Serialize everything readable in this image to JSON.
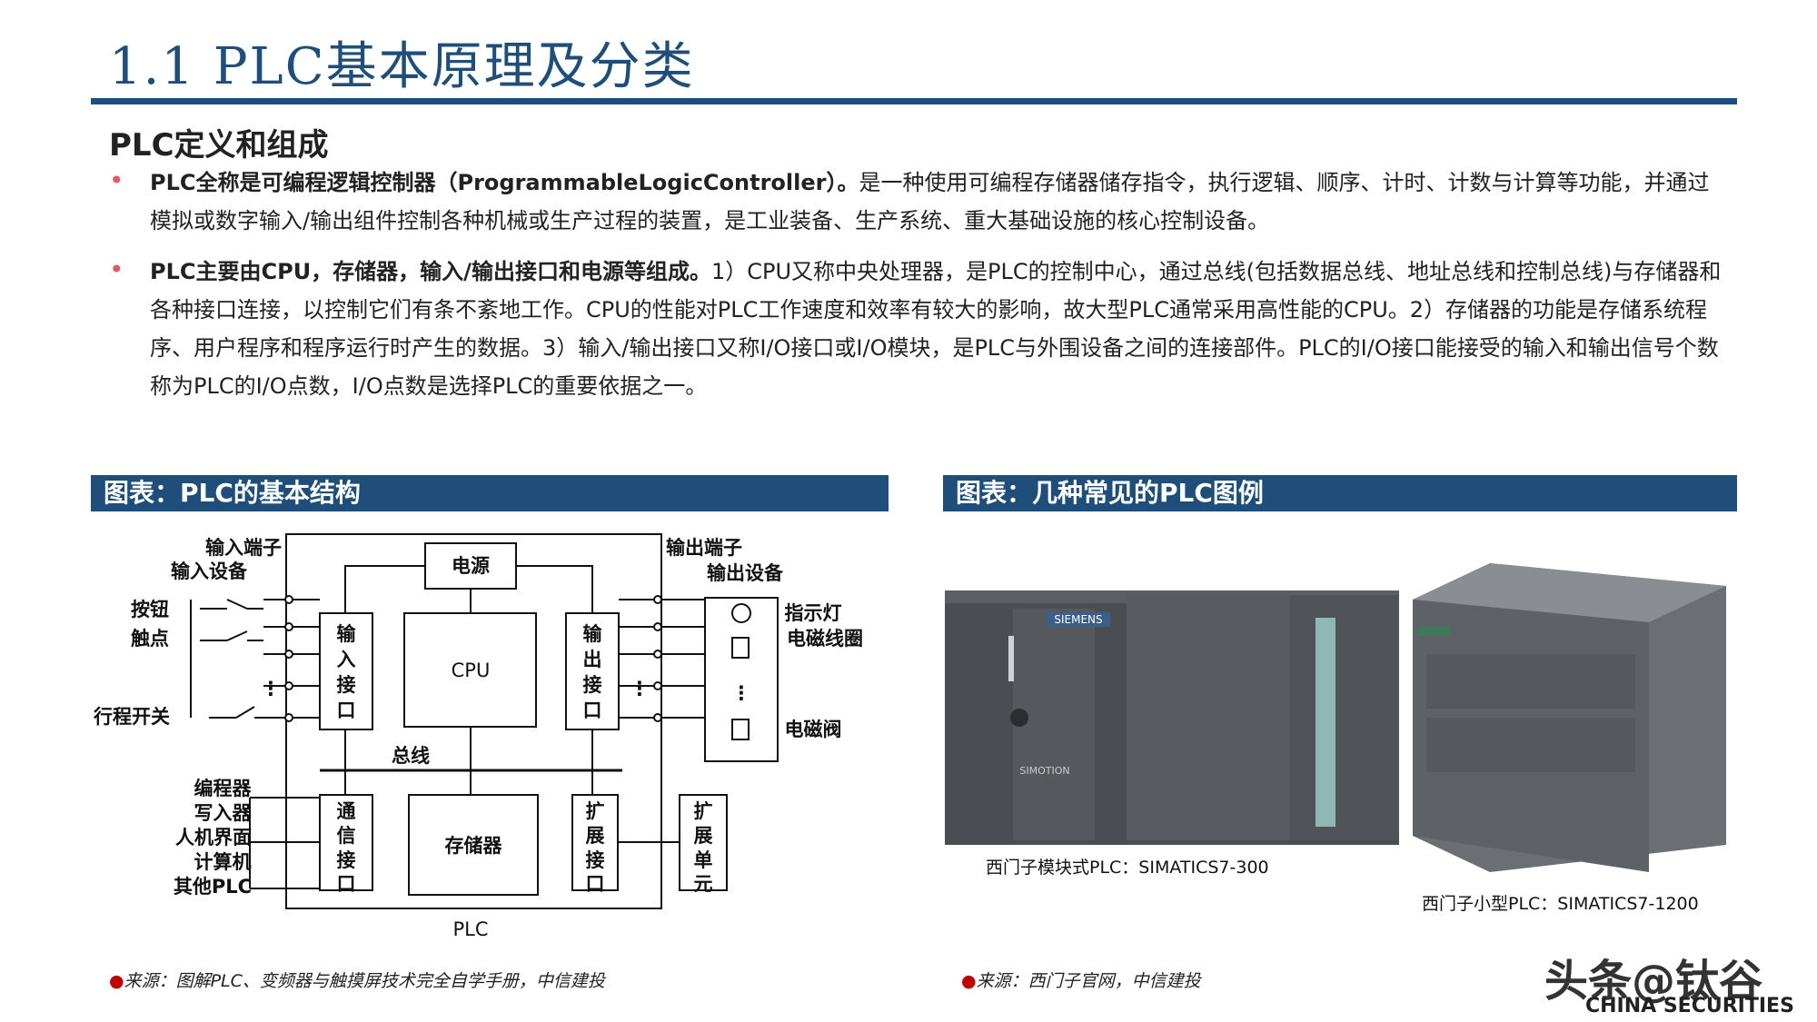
{
  "header": {
    "title": "1.1 PLC基本原理及分类"
  },
  "section": {
    "heading": "PLC定义和组成"
  },
  "bullets": [
    {
      "bold": "PLC全称是可编程逻辑控制器（ProgrammableLogicController）。",
      "text": "是一种使用可编程存储器储存指令，执行逻辑、顺序、计时、计数与计算等功能，并通过模拟或数字输入/输出组件控制各种机械或生产过程的装置，是工业装备、生产系统、重大基础设施的核心控制设备。"
    },
    {
      "bold": "PLC主要由CPU，存储器，输入/输出接口和电源等组成。",
      "text": "1）CPU又称中央处理器，是PLC的控制中心，通过总线(包括数据总线、地址总线和控制总线)与存储器和各种接口连接，以控制它们有条不紊地工作。CPU的性能对PLC工作速度和效率有较大的影响，故大型PLC通常采用高性能的CPU。2）存储器的功能是存储系统程序、用户程序和程序运行时产生的数据。3）输入/输出接口又称I/O接口或I/O模块，是PLC与外围设备之间的连接部件。PLC的I/O接口能接受的输入和输出信号个数称为PLC的I/O点数，I/O点数是选择PLC的重要依据之一。"
    }
  ],
  "left_panel": {
    "header": "图表：PLC的基本结构",
    "source": "来源：图解PLC、变频器与触摸屏技术完全自学手册，中信建投",
    "diagram": {
      "input_terminal": "输入端子",
      "input_device": "输入设备",
      "button_1": "按钮",
      "button_2": "触点",
      "limit_switch": "行程开关",
      "power": "电源",
      "cpu": "CPU",
      "input_interface": [
        "输",
        "入",
        "接",
        "口"
      ],
      "output_interface": [
        "输",
        "出",
        "接",
        "口"
      ],
      "output_terminal": "输出端子",
      "output_device": "输出设备",
      "indicator": "指示灯",
      "coil": "电磁线圈",
      "valve": "电磁阀",
      "bus": "总线",
      "programmer": "编程器",
      "writer": "写入器",
      "hmi": "人机界面",
      "computer": "计算机",
      "other_plc": "其他PLC",
      "comm_interface": [
        "通",
        "信",
        "接",
        "口"
      ],
      "memory": "存储器",
      "exp_interface": [
        "扩",
        "展",
        "接",
        "口"
      ],
      "exp_unit": [
        "扩",
        "展",
        "单",
        "元"
      ],
      "plc": "PLC",
      "dots": "⋮"
    }
  },
  "right_panel": {
    "header": "图表：几种常见的PLC图例",
    "caption_1": "西门子模块式PLC：SIMATICS7-300",
    "caption_2": "西门子小型PLC：SIMATICS7-1200",
    "source": "来源：西门子官网，中信建投",
    "brand_label": "SIEMENS",
    "brand_label_small": "SIMOTION"
  },
  "watermark": {
    "cn": "头条@钛谷",
    "en": "CHINA SECURITIES"
  },
  "colors": {
    "accent": "#1e4e79",
    "bullet": "#e05a6a",
    "source_dot": "#c00000"
  }
}
